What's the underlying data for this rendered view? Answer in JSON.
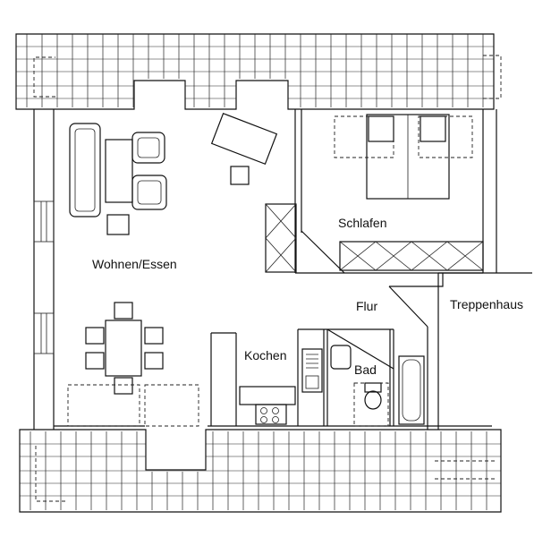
{
  "rooms": {
    "living": "Wohnen/Essen",
    "bedroom": "Schlafen",
    "hall": "Flur",
    "stairwell": "Treppenhaus",
    "kitchen": "Kochen",
    "bath": "Bad"
  }
}
